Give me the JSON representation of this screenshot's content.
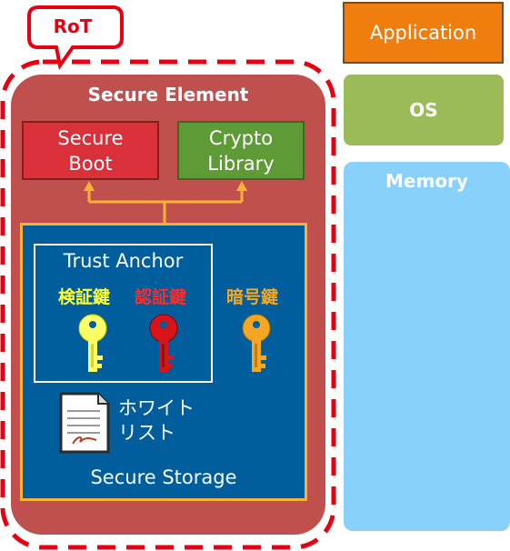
{
  "rot": {
    "label": "RoT"
  },
  "secure_element": {
    "title": "Secure Element",
    "secure_boot": "Secure\nBoot",
    "crypto_library": "Crypto\nLibrary"
  },
  "secure_storage": {
    "label": "Secure Storage",
    "trust_anchor": {
      "title": "Trust Anchor",
      "keys": [
        {
          "label": "検証鍵",
          "color": "#ffff33"
        },
        {
          "label": "認証鍵",
          "color": "#ff2a2a"
        }
      ]
    },
    "encryption_key": {
      "label": "暗号鍵",
      "color": "#f5a623"
    },
    "whitelist": {
      "label": "ホワイト\nリスト",
      "icon": "document-icon"
    }
  },
  "stack": {
    "application": "Application",
    "os": "OS",
    "memory": "Memory"
  },
  "colors": {
    "rot_red": "#e60012",
    "secure_element": "#c0504d",
    "storage": "#005e9c",
    "connector": "#f9b233",
    "application": "#f07e0e",
    "os": "#9bbb59",
    "memory": "#87d1fa"
  }
}
